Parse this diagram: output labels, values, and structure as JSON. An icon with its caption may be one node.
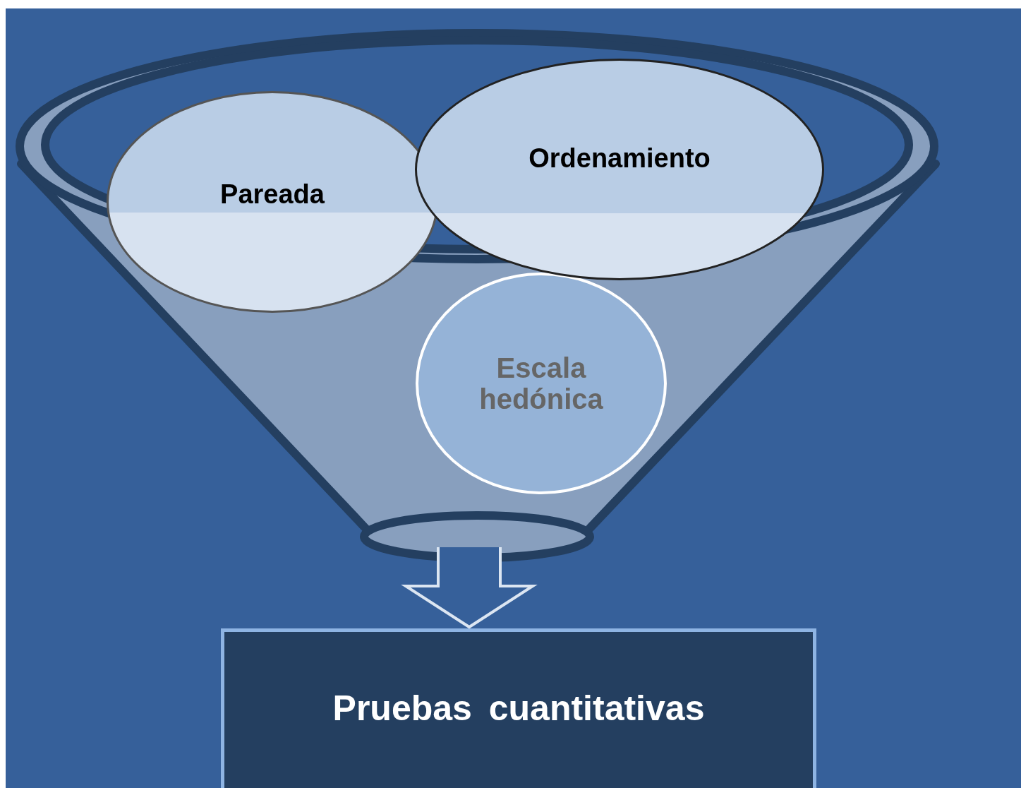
{
  "diagram": {
    "nodes": [
      {
        "text": [],
        "shape": "funnel"
      },
      {
        "text": [
          "Pareada"
        ]
      },
      {
        "text": [
          "Ordenamiento"
        ]
      },
      {
        "text": [
          "Escala hedónica"
        ],
        "in": 0
      },
      {
        "text": [
          "Pruebas cuantitativas"
        ]
      }
    ],
    "edges": [
      {
        "from": 0,
        "to": 4,
        "arrow": "to"
      }
    ]
  }
}
